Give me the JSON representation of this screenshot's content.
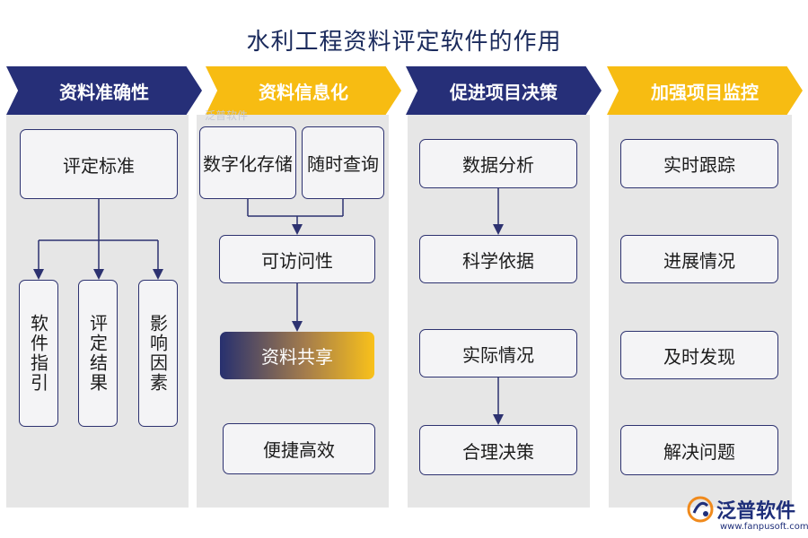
{
  "title": "水利工程资料评定软件的作用",
  "columns": [
    {
      "header": "资料准确性",
      "items": [
        "评定标准",
        "软件指引",
        "评定结果",
        "影响因素"
      ]
    },
    {
      "header": "资料信息化",
      "items": [
        "数字化存储",
        "随时查询",
        "可访问性",
        "资料共享",
        "便捷高效"
      ]
    },
    {
      "header": "促进项目决策",
      "items": [
        "数据分析",
        "科学依据",
        "实际情况",
        "合理决策"
      ]
    },
    {
      "header": "加强项目监控",
      "items": [
        "实时跟踪",
        "进展情况",
        "及时发现",
        "解决问题"
      ]
    }
  ],
  "watermark": "泛普软件",
  "logo": {
    "name": "泛普软件",
    "url": "www.fanpusoft.com"
  },
  "colors": {
    "navy": "#262f78",
    "gold": "#f7bc12",
    "column_bg": "#e6e6e6",
    "box_border": "#2d3270"
  }
}
